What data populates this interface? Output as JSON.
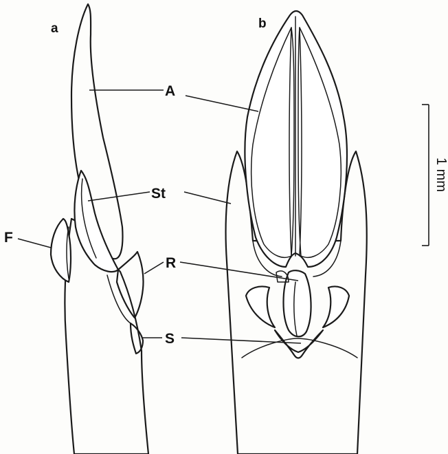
{
  "figure": {
    "panels": {
      "a": "a",
      "b": "b"
    },
    "parts": {
      "anther": "A",
      "staminode": "St",
      "filament": "F",
      "ridge": "R",
      "scale": "S"
    },
    "scale_bar": {
      "label": "1 mm"
    }
  },
  "colors": {
    "ink": "#1a1a1a",
    "paper": "#fdfdfb"
  }
}
